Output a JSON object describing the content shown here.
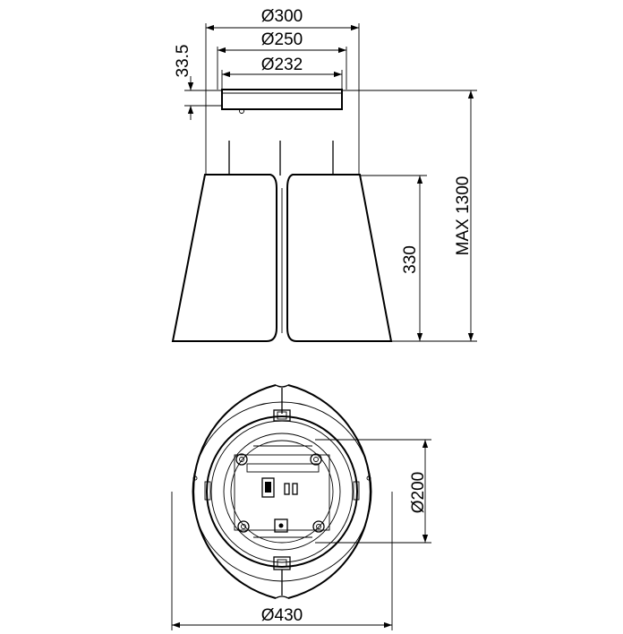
{
  "side_view": {
    "dim_diameter_300": "Ø300",
    "dim_diameter_250": "Ø250",
    "dim_diameter_232": "Ø232",
    "dim_canopy_height": "33.5",
    "dim_shade_height": "330",
    "dim_max_height": "MAX 1300"
  },
  "bottom_view": {
    "dim_diameter_200": "Ø200",
    "dim_diameter_430": "Ø430"
  }
}
